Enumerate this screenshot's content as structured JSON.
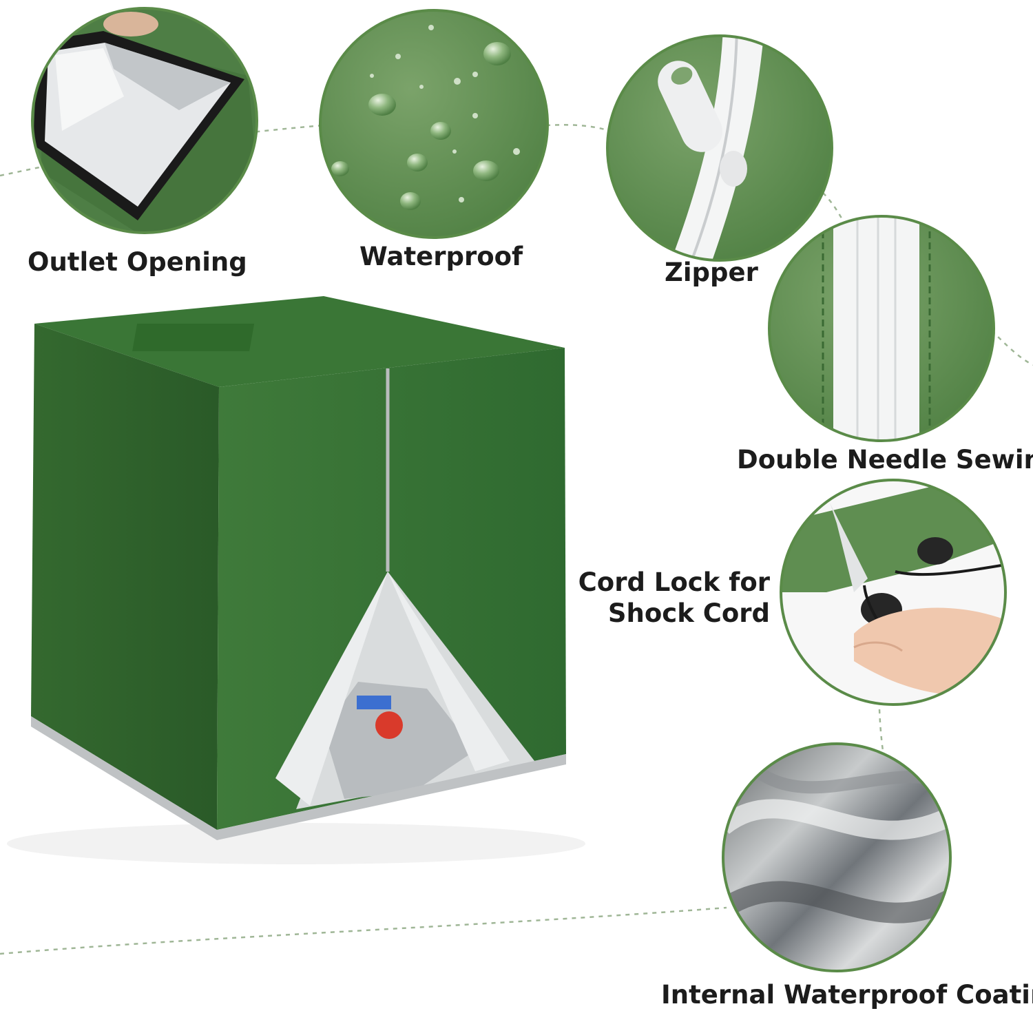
{
  "features": {
    "outlet_opening": "Outlet Opening",
    "waterproof": "Waterproof",
    "zipper": "Zipper",
    "double_needle_sewing": "Double Needle Sewing",
    "cord_lock_line1": "Cord Lock for",
    "cord_lock_line2": "Shock Cord",
    "internal_coating": "Internal Waterproof Coating"
  },
  "colors": {
    "fabric_green": "#3f7a3a",
    "circle_border": "#5a8b48",
    "silver_lining": "#d9dcdd",
    "dashed_line": "#9fb696",
    "label_text": "#1c1c1c"
  }
}
